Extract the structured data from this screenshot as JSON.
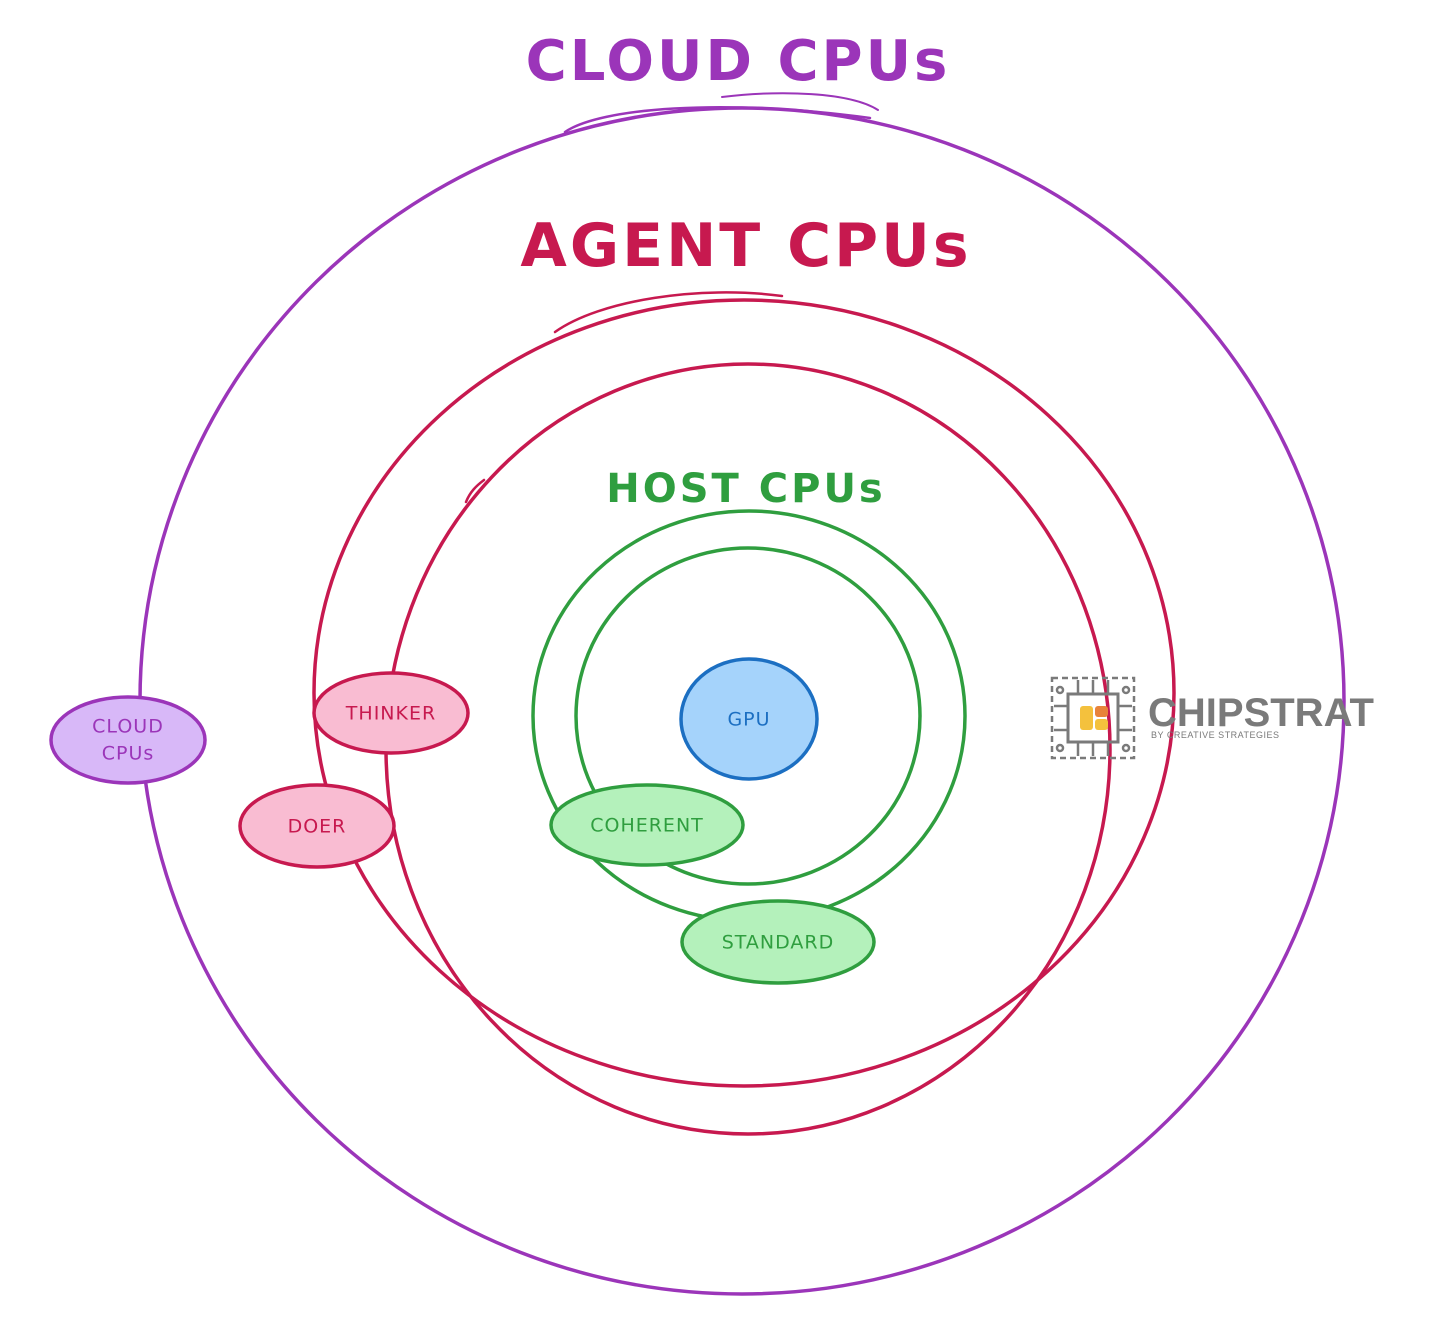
{
  "labels": {
    "cloud_title": "CLOUD CPUs",
    "agent_title": "AGENT CPUs",
    "host_title": "HOST CPUs"
  },
  "nodes": {
    "cloud_cpus": {
      "line1": "CLOUD",
      "line2": "CPUs"
    },
    "thinker": "THINKER",
    "doer": "DOER",
    "gpu": "GPU",
    "coherent": "COHERENT",
    "standard": "STANDARD"
  },
  "logo": {
    "name": "CHIPSTRAT",
    "tagline": "BY CREATIVE STRATEGIES"
  },
  "colors": {
    "cloud": "#9b35b9",
    "agent": "#c7194f",
    "host": "#2f9e3f",
    "gpu": "#1c6fc2",
    "cloud_fill": "#d8b8f8",
    "agent_fill": "#f9bcd2",
    "host_fill": "#b4f1bb",
    "gpu_fill": "#a5d3fb",
    "logo_gray": "#7a7a7a",
    "logo_accent_yellow": "#f4c13d",
    "logo_accent_orange": "#e8833a"
  }
}
